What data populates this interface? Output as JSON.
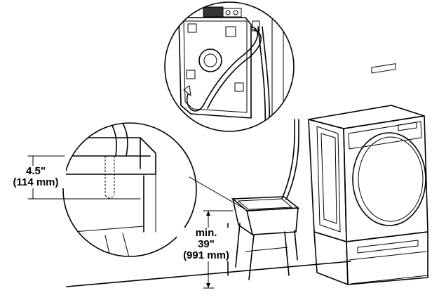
{
  "labels": {
    "overflow_height_in": "4.5\"",
    "overflow_height_mm": "(114 mm)",
    "min_height_prefix": "min.",
    "min_height_in": "39\"",
    "min_height_mm": "(991 mm)"
  }
}
